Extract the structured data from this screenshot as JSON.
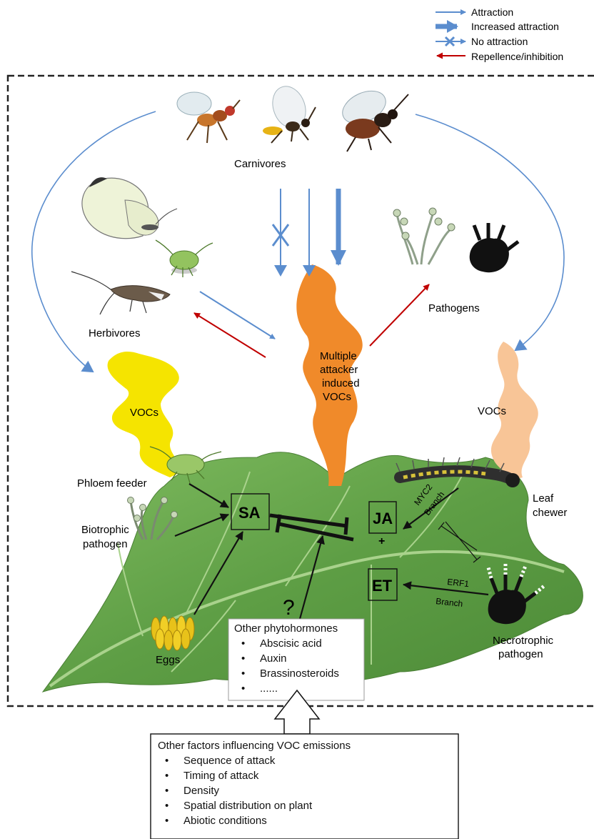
{
  "legend": {
    "items": [
      {
        "label": "Attraction",
        "kind": "attraction"
      },
      {
        "label": "Increased attraction",
        "kind": "increased"
      },
      {
        "label": "No attraction",
        "kind": "none"
      },
      {
        "label": "Repellence/inhibition",
        "kind": "repel"
      }
    ]
  },
  "colors": {
    "attraction_arrow": "#5b8dce",
    "repel_arrow": "#c00000",
    "leaf": "#6eaa4f",
    "voc_yellow": "#f5e400",
    "voc_orange": "#f08a2a",
    "voc_peach": "#f8c597"
  },
  "labels": {
    "carnivores": "Carnivores",
    "herbivores": "Herbivores",
    "pathogens": "Pathogens",
    "vocs_left": "VOCs",
    "vocs_right": "VOCs",
    "multi_voc_1": "Multiple",
    "multi_voc_2": "attacker",
    "multi_voc_3": "induced",
    "multi_voc_4": "VOCs",
    "phloem_feeder": "Phloem feeder",
    "biotrophic_1": "Biotrophic",
    "biotrophic_2": "pathogen",
    "eggs": "Eggs",
    "leaf_chewer_1": "Leaf",
    "leaf_chewer_2": "chewer",
    "necrotrophic_1": "Necrotrophic",
    "necrotrophic_2": "pathogen",
    "sa": "SA",
    "ja": "JA",
    "plus": "+",
    "et": "ET",
    "myc2_1": "MYC2",
    "myc2_2": "Branch",
    "erf1_1": "ERF1",
    "erf1_2": "Branch",
    "question": "?"
  },
  "phytohormones": {
    "title": "Other phytohormones",
    "items": [
      "Abscisic acid",
      "Auxin",
      "Brassinosteroids",
      "......"
    ]
  },
  "factors": {
    "title": "Other factors influencing VOC emissions",
    "items": [
      "Sequence of attack",
      "Timing of attack",
      "Density",
      "Spatial distribution on plant",
      "Abiotic conditions"
    ]
  }
}
